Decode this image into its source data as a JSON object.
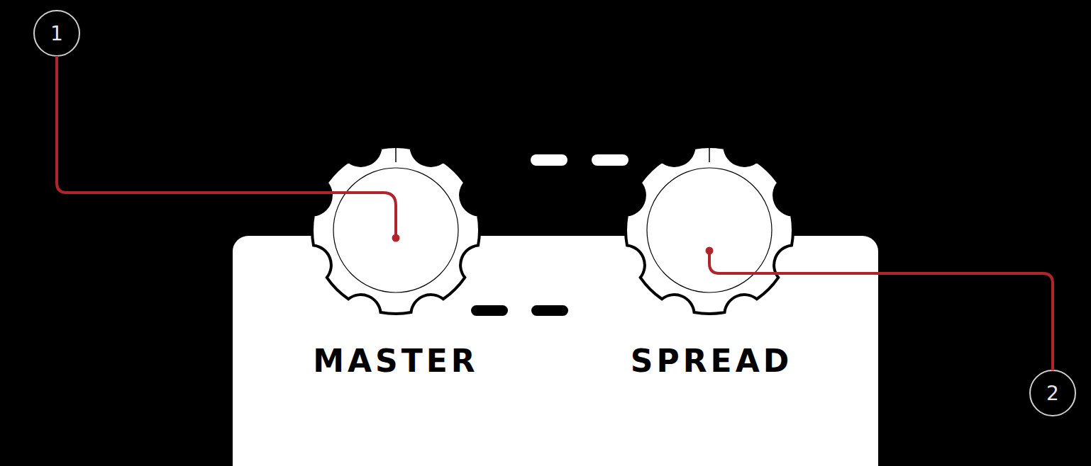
{
  "diagram": {
    "labels": [
      "1",
      "MASTER",
      "SPREAD",
      "2"
    ]
  }
}
